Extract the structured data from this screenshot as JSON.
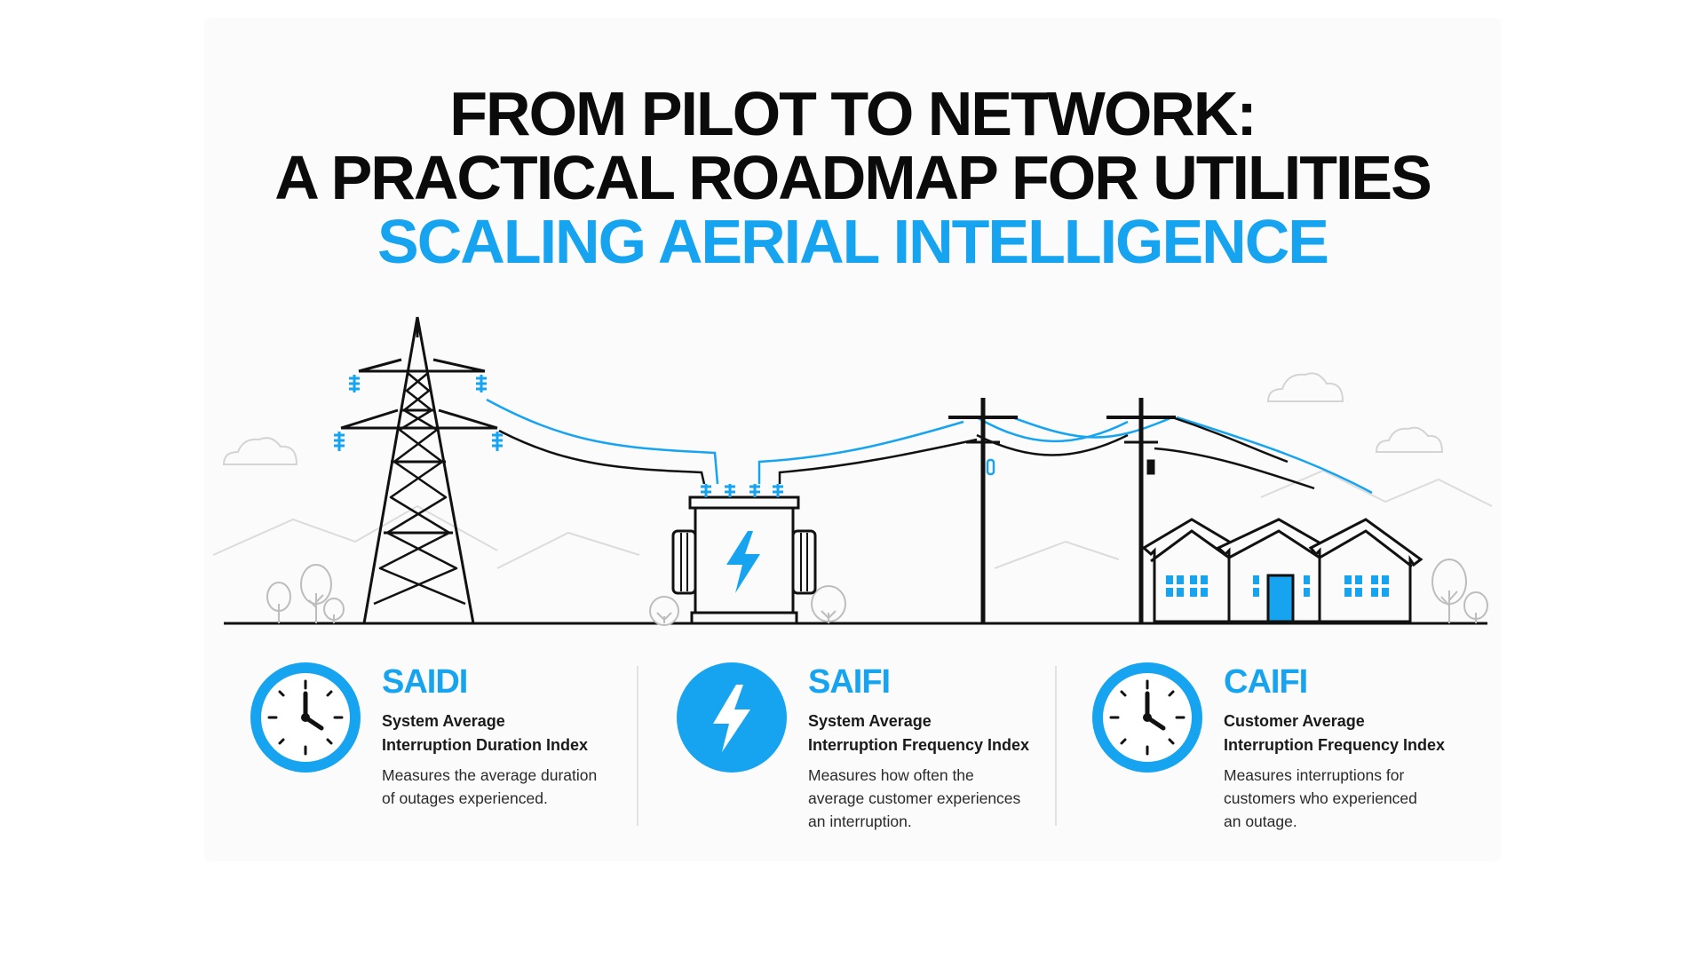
{
  "headline": {
    "line1": "FROM PILOT TO NETWORK:",
    "line2": "A PRACTICAL ROADMAP FOR UTILITIES",
    "line3": "SCALING AERIAL INTELLIGENCE"
  },
  "colors": {
    "accent": "#16a4f0",
    "ink": "#0b0b0b",
    "muted": "#cfcfcf"
  },
  "scene": {
    "icons": [
      "transmission-tower-icon",
      "transformer-icon",
      "utility-pole-icon",
      "house-icon",
      "tree-icon",
      "cloud-icon",
      "mountain-icon"
    ]
  },
  "metrics": [
    {
      "abbr": "SAIDI",
      "name_line1": "System Average",
      "name_line2": "Interruption Duration Index",
      "desc_line1": "Measures the average duration",
      "desc_line2": "of outages experienced.",
      "desc_line3": "",
      "icon": "clock-icon"
    },
    {
      "abbr": "SAIFI",
      "name_line1": "System Average",
      "name_line2": "Interruption Frequency Index",
      "desc_line1": "Measures how often the",
      "desc_line2": "average customer experiences",
      "desc_line3": "an interruption.",
      "icon": "lightning-bolt-icon"
    },
    {
      "abbr": "CAIFI",
      "name_line1": "Customer Average",
      "name_line2": "Interruption Frequency Index",
      "desc_line1": "Measures interruptions for",
      "desc_line2": "customers who experienced",
      "desc_line3": "an outage.",
      "icon": "clock-icon"
    }
  ]
}
